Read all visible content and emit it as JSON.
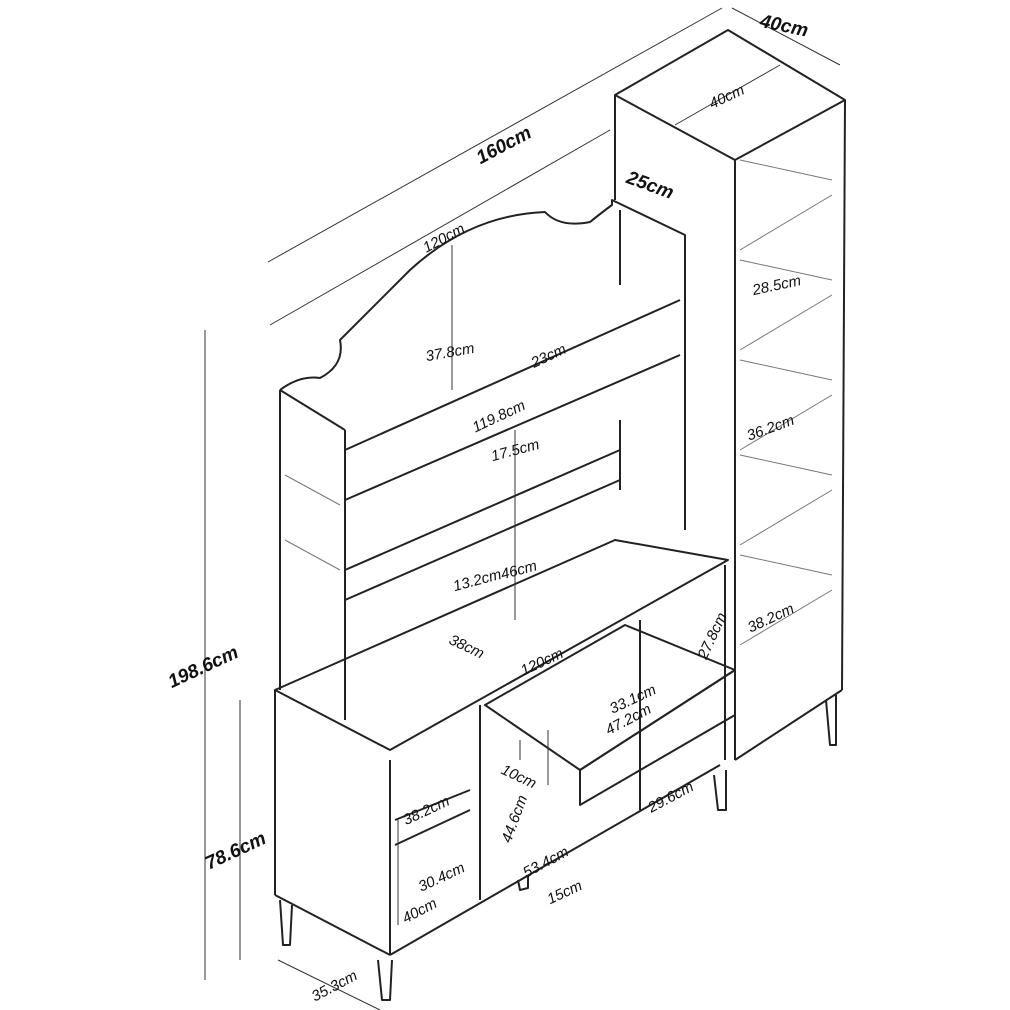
{
  "overall": {
    "width": "160cm",
    "height": "198.6cm",
    "tower_depth": "40cm",
    "hutch_depth": "25cm",
    "cabinet_height": "78.6cm"
  },
  "tower": {
    "top_width": "40cm",
    "shelf_gap_1": "28.5cm",
    "shelf_gap_2": "36.2cm",
    "shelf_depth": "38.2cm"
  },
  "hutch": {
    "width": "120cm",
    "arch_height": "37.8cm",
    "shelf_depth": "23cm",
    "shelf_width": "119.8cm",
    "gap_1": "17.5cm",
    "gap_2": "13.2cm",
    "gap_3": "46cm"
  },
  "desk": {
    "depth": "38cm",
    "width": "120cm",
    "compartment_height": "27.8cm"
  },
  "drawer": {
    "depth": "33.1cm",
    "width": "47.2cm",
    "height": "10cm",
    "side_width": "29.6cm"
  },
  "cabinet": {
    "shelf_depth": "38.2cm",
    "open_height": "44.6cm",
    "open_width": "53.4cm",
    "shelf_gap": "30.4cm",
    "side_depth": "40cm",
    "leg_height": "15cm",
    "leg_depth": "35.3cm"
  }
}
